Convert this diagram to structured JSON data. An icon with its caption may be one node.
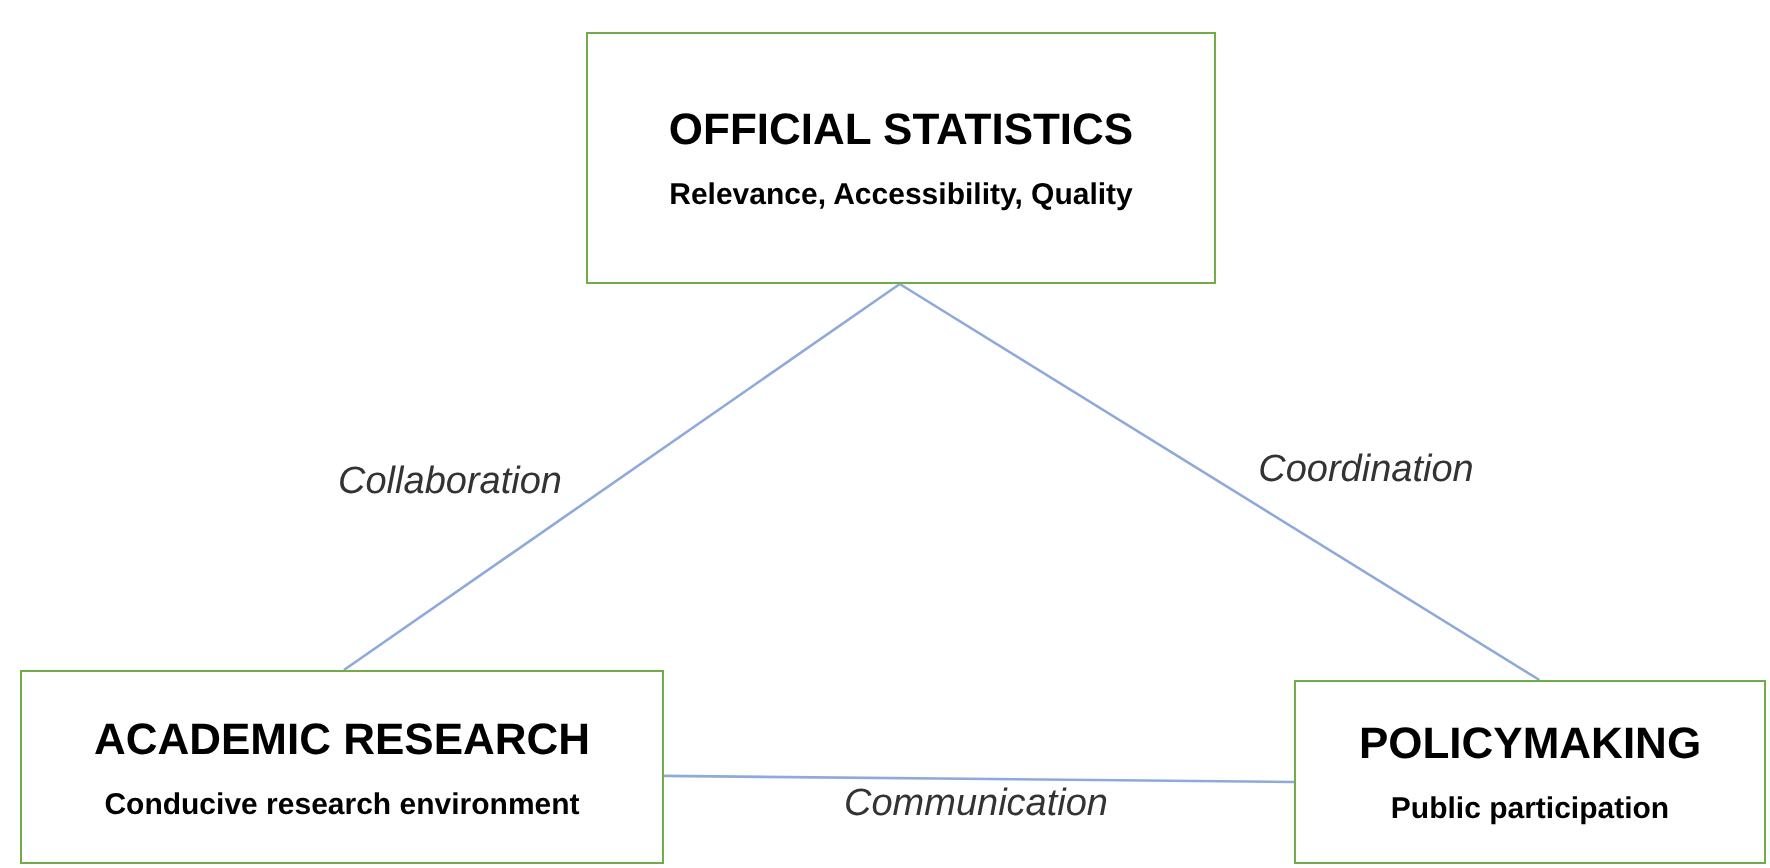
{
  "diagram": {
    "nodes": [
      {
        "text": [
          "OFFICIAL STATISTICS",
          "Relevance, Accessibility, Quality"
        ]
      },
      {
        "text": [
          "ACADEMIC RESEARCH",
          "Conducive research environment"
        ]
      },
      {
        "text": [
          "POLICYMAKING",
          "Public participation"
        ]
      }
    ],
    "edges": [
      {
        "from": 0,
        "to": 1,
        "arrow": "none",
        "label": "Collaboration"
      },
      {
        "from": 0,
        "to": 2,
        "arrow": "none",
        "label": "Coordination"
      },
      {
        "from": 1,
        "to": 2,
        "arrow": "none",
        "label": "Communication"
      }
    ]
  }
}
